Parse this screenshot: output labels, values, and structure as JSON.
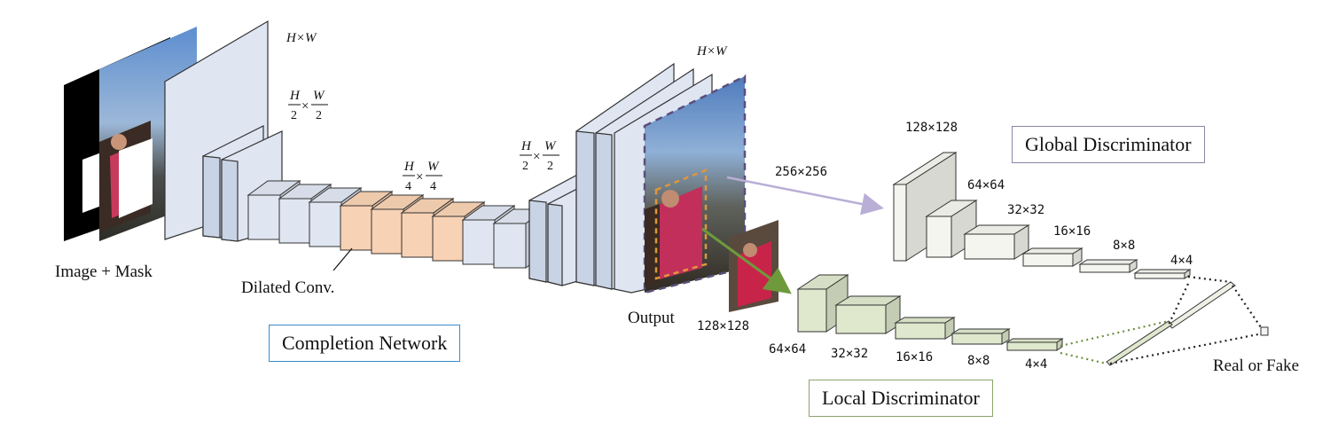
{
  "labels": {
    "input": "Image + Mask",
    "dilated": "Dilated Conv.",
    "output": "Output",
    "real_fake": "Real or Fake"
  },
  "completion": {
    "title": "Completion Network",
    "size_full_in": "H×W",
    "size_half_in": {
      "num1": "H",
      "den1": "2",
      "num2": "W",
      "den2": "2"
    },
    "size_quarter": {
      "num1": "H",
      "den1": "4",
      "num2": "W",
      "den2": "4"
    },
    "size_half_out": {
      "num1": "H",
      "den1": "2",
      "num2": "W",
      "den2": "2"
    },
    "size_full_out": "H×W"
  },
  "global": {
    "title": "Global Discriminator",
    "input_size": "256×256",
    "sizes": [
      "128×128",
      "64×64",
      "32×32",
      "16×16",
      "8×8",
      "4×4"
    ]
  },
  "local": {
    "title": "Local Discriminator",
    "input_size": "128×128",
    "sizes": [
      "64×64",
      "32×32",
      "16×16",
      "8×8",
      "4×4"
    ]
  },
  "colors": {
    "encoder_fill": "#dfe6f2",
    "dilated_fill": "#f8d2b4",
    "global_fill": "#f4f5ee",
    "local_fill": "#dfe8cd",
    "completion_border": "#3a8cc9",
    "global_border": "#8d84a8",
    "local_border": "#8aa56a",
    "global_arrow": "#b9aed6",
    "local_arrow": "#6e9a3c"
  }
}
